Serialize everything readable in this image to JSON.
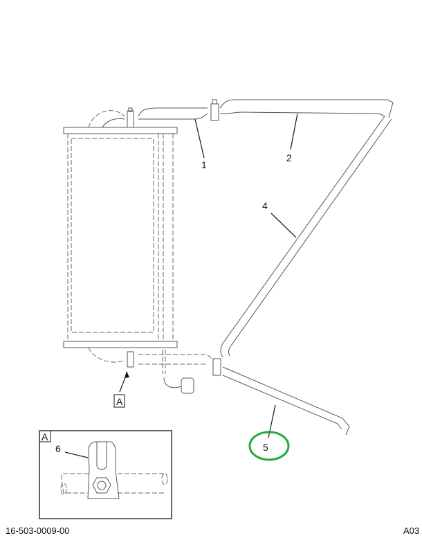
{
  "callouts": {
    "c1": "1",
    "c2": "2",
    "c4": "4",
    "c5": "5",
    "c6": "6"
  },
  "view_ref": "A",
  "inset_label": "A",
  "footer": {
    "part_number": "16-503-0009-00",
    "page": "A03"
  },
  "colors": {
    "highlight": "#22aa33",
    "line": "#555555"
  }
}
